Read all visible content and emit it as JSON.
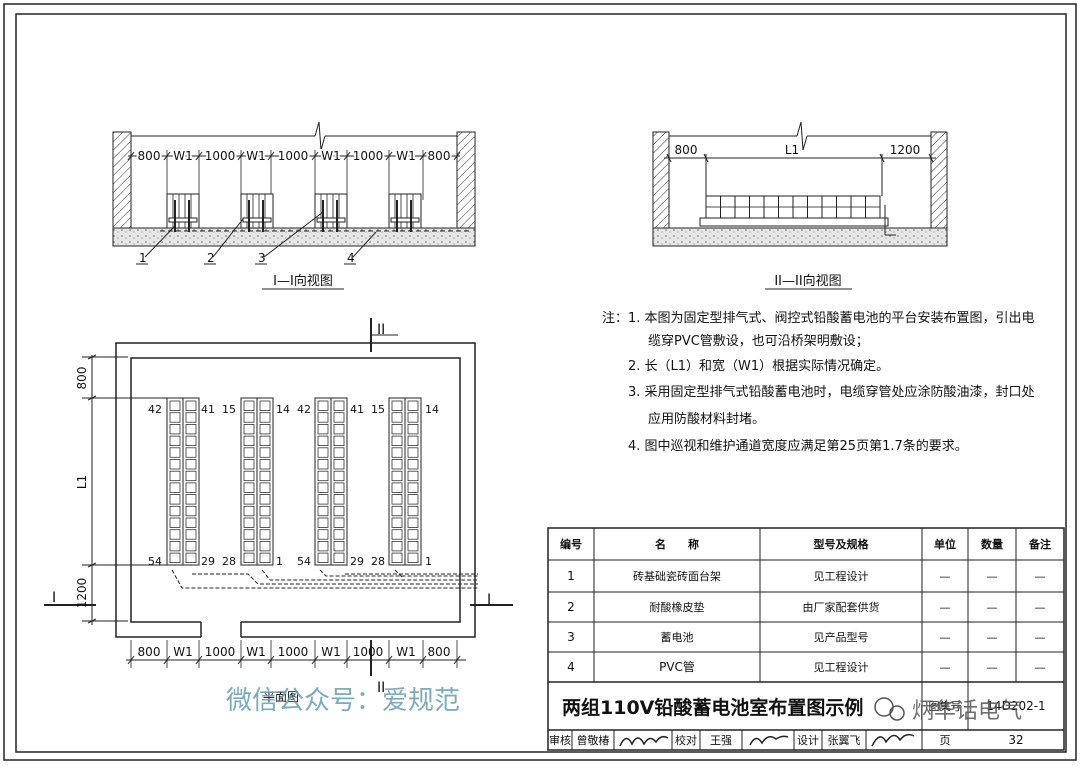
{
  "section1": {
    "title": "I—I向视图",
    "dims": [
      "800",
      "W1",
      "1000",
      "W1",
      "1000",
      "W1",
      "1000",
      "W1",
      "800"
    ],
    "callouts": [
      "1",
      "2",
      "3",
      "4"
    ]
  },
  "section2": {
    "title": "II—II向视图",
    "dim_left": "800",
    "dim_mid": "L1",
    "dim_right": "1200"
  },
  "notes": {
    "lines": [
      "注：1. 本图为固定型排气式、阀控式铅酸蓄电池的平台安装布置图，引出电",
      "缆穿PVC管敷设，也可沿桥架明敷设；",
      "2. 长（L1）和宽（W1）根据实际情况确定。",
      "3. 采用固定型排气式铅酸蓄电池时，电缆穿管处应涂防酸油漆，封口处",
      "应用防酸材料封堵。",
      "4. 图中巡视和维护通道宽度应满足第25页第1.7条的要求。"
    ]
  },
  "plan": {
    "title": "平面图",
    "section_mark_top": "II",
    "section_mark_bottom": "II",
    "section_mark_left": "I",
    "section_mark_right": "I",
    "dim_left": [
      "800",
      "L1",
      "1200"
    ],
    "dims_bottom": [
      "800",
      "W1",
      "1000",
      "W1",
      "1000",
      "W1",
      "1000",
      "W1",
      "800"
    ],
    "rack_labels_top": [
      "42",
      "41",
      "15",
      "14",
      "42",
      "41",
      "15",
      "14"
    ],
    "rack_labels_bottom": [
      "54",
      "29",
      "28",
      "1",
      "54",
      "29",
      "28",
      "1"
    ]
  },
  "table": {
    "headers": [
      "编号",
      "名　　称",
      "型号及规格",
      "单位",
      "数量",
      "备注"
    ],
    "rows": [
      [
        "1",
        "砖基础瓷砖面台架",
        "见工程设计",
        "—",
        "—",
        "—"
      ],
      [
        "2",
        "耐酸橡皮垫",
        "由厂家配套供货",
        "—",
        "—",
        "—"
      ],
      [
        "3",
        "蓄电池",
        "见产品型号",
        "—",
        "—",
        "—"
      ],
      [
        "4",
        "PVC管",
        "见工程设计",
        "—",
        "—",
        "—"
      ]
    ]
  },
  "title_block": {
    "title": "两组110V铅酸蓄电池室布置图示例",
    "atlas_label": "图集号",
    "atlas_no": "14D202-1",
    "sign_row": [
      "审核",
      "曾敬椿",
      "校对",
      "王强",
      "设计",
      "张翼飞",
      "页",
      "32"
    ]
  },
  "watermark": {
    "left": "微信公众号：爱规范",
    "right": "炳华话电气"
  }
}
